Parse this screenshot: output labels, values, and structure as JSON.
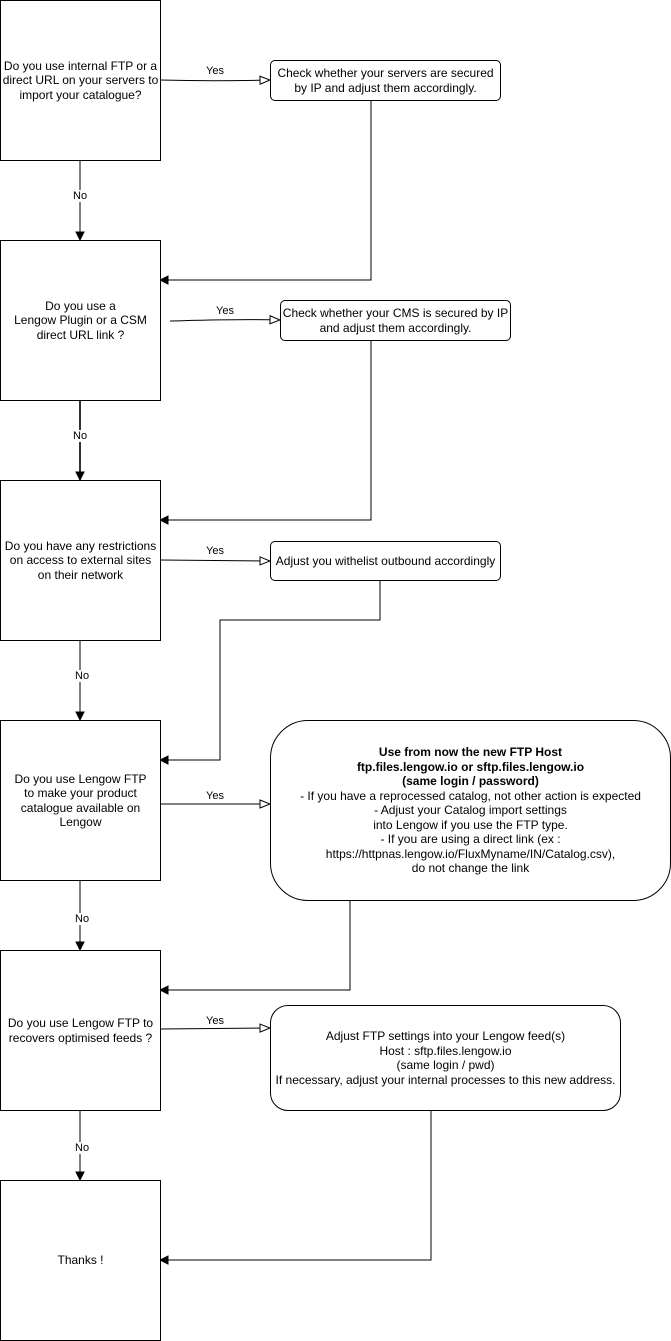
{
  "questions": {
    "q1": [
      "Do you use internal FTP or a",
      "direct URL on your servers to",
      "import your catalogue?"
    ],
    "q2": [
      "Do you use a",
      "Lengow Plugin or a CSM",
      "direct URL link ?"
    ],
    "q3": [
      "Do you have any restrictions",
      "on access to external sites",
      "on their network"
    ],
    "q4": [
      "Do you use Lengow FTP",
      "to make your product",
      "catalogue available on",
      "Lengow"
    ],
    "q5": [
      "Do you use Lengow FTP to",
      "recovers optimised feeds ?"
    ],
    "end": "Thanks !"
  },
  "actions": {
    "a1": [
      "Check whether your servers are secured",
      "by IP and adjust them accordingly."
    ],
    "a2": [
      "Check whether your CMS is secured by IP",
      "and adjust them accordingly."
    ],
    "a3": "Adjust you withelist outbound accordingly",
    "a4": {
      "bold": [
        "Use from now the new FTP Host",
        "ftp.files.lengow.io or sftp.files.lengow.io",
        "(same login / password)"
      ],
      "lines": [
        "- If you have a reprocessed catalog, not other action is expected",
        "- Adjust your Catalog import settings",
        "into Lengow if you use the FTP type.",
        "- If you are using a direct link (ex :",
        "https://httpnas.lengow.io/FluxMyname/IN/Catalog.csv),",
        "do not change the link"
      ]
    },
    "a5": [
      "Adjust FTP settings into your Lengow feed(s)",
      "Host : sftp.files.lengow.io",
      "(same login / pwd)",
      "If necessary, adjust your internal processes to this new address."
    ]
  },
  "edge_labels": {
    "yes": [
      "Yes",
      "Yes",
      "Yes",
      "Yes",
      "Yes"
    ],
    "no": [
      "No",
      "No",
      "No",
      "No",
      "No"
    ]
  }
}
